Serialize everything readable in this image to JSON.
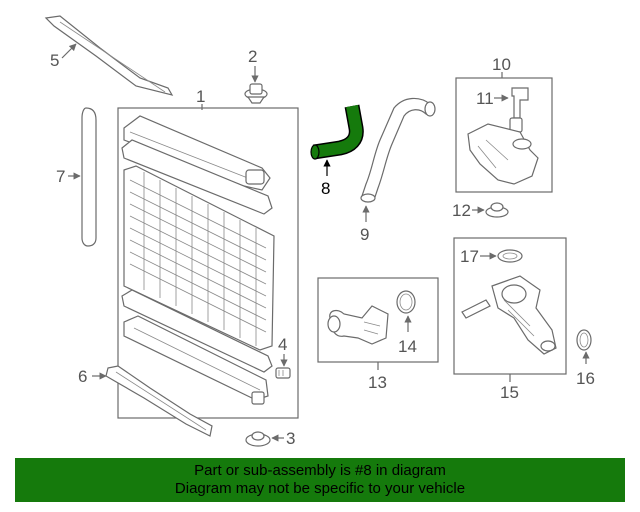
{
  "diagram": {
    "callouts": [
      "1",
      "2",
      "3",
      "4",
      "5",
      "6",
      "7",
      "8",
      "9",
      "10",
      "11",
      "12",
      "13",
      "14",
      "15",
      "16",
      "17"
    ],
    "highlighted_part": "8",
    "highlight_color": "#157a0c"
  },
  "footer": {
    "line1": "Part or sub-assembly is #8 in diagram",
    "line2": "Diagram may not be specific to your vehicle",
    "background": "#157a0c"
  }
}
